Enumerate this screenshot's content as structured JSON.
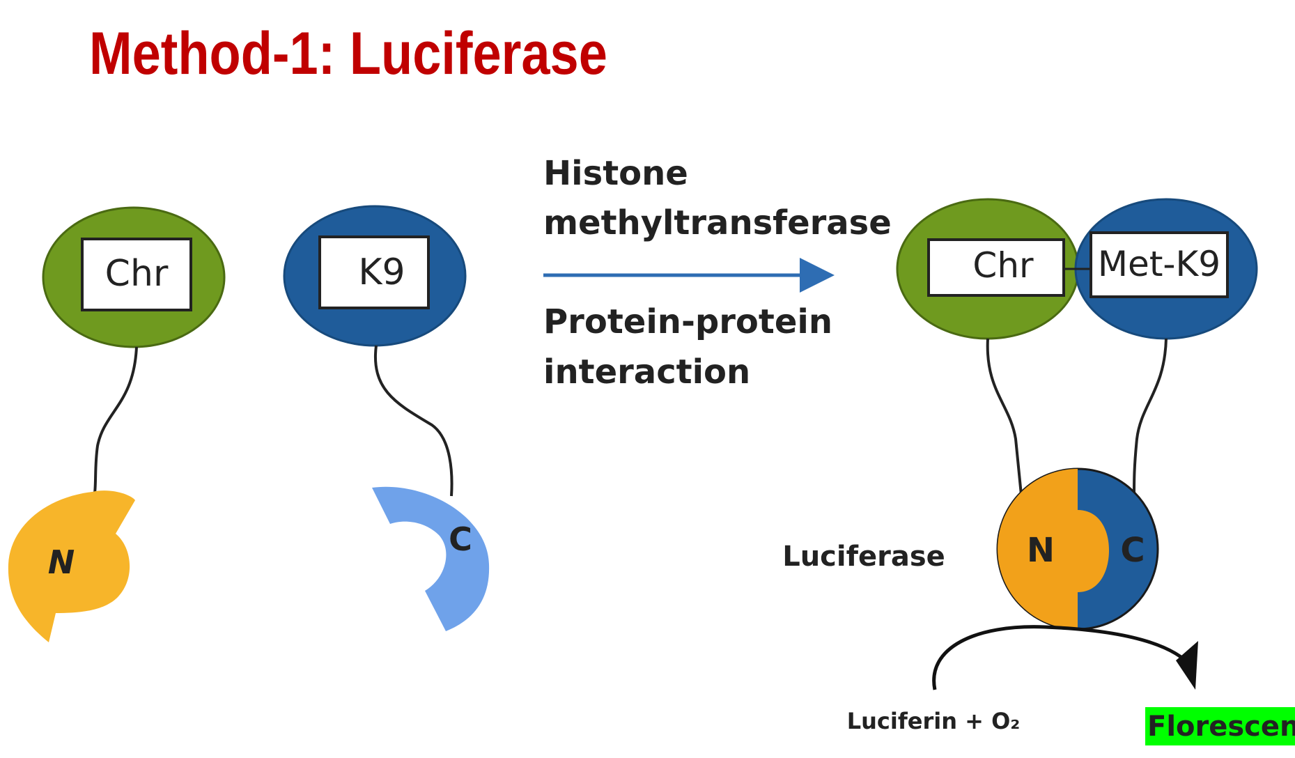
{
  "title": "Method-1: Luciferase",
  "colors": {
    "title": "#c00000",
    "chr_protein": "#6f9a1f",
    "k9_protein": "#1f5c9a",
    "luciferase_n": "#f7b52a",
    "luciferase_c": "#6fa2ea",
    "complex_n": "#f2a11a",
    "arrow": "#2e6db3",
    "highlight": "#00ff00"
  },
  "left_panel": {
    "chr_label": "Chr",
    "k9_label": "K9",
    "n_fragment_label": "N",
    "c_fragment_label": "C"
  },
  "reaction": {
    "enzyme_line1": "Histone",
    "enzyme_line2": "methyltransferase",
    "process_line1": "Protein-protein",
    "process_line2": "interaction"
  },
  "right_panel": {
    "chr_label": "Chr",
    "met_k9_label": "Met-K9",
    "n_label": "N",
    "c_label": "C",
    "luciferase_label": "Luciferase",
    "substrate_label": "Luciferin + O₂",
    "output_label": "Florescence"
  }
}
